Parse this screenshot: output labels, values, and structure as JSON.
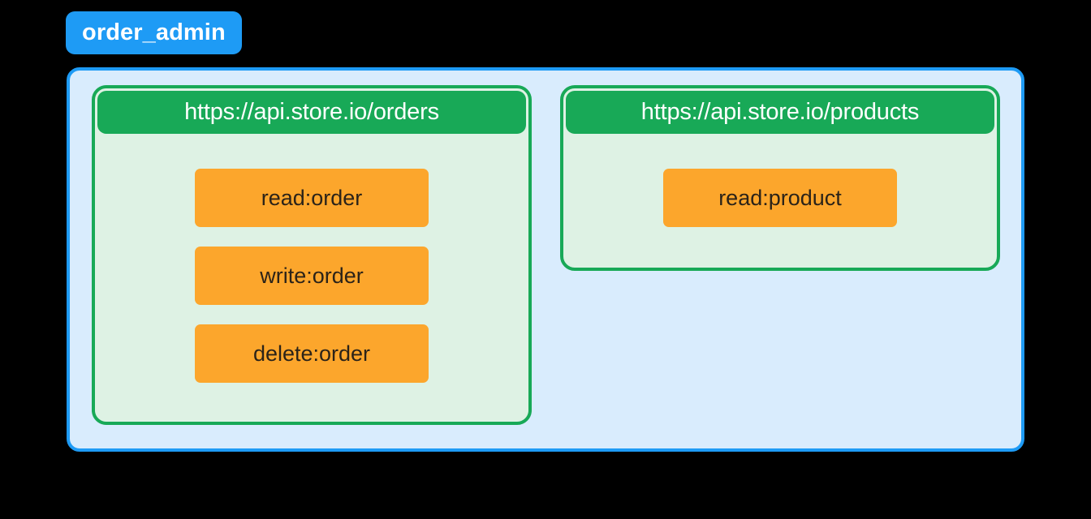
{
  "diagram": {
    "type": "oauth-scope-hierarchy",
    "background_color": "#000000",
    "client": {
      "label": "order_admin",
      "badge_color": "#1E9BF5",
      "text_color": "#FFFFFF"
    },
    "container": {
      "fill_color": "#D9ECFD",
      "border_color": "#1E9BF5"
    },
    "resource_servers": [
      {
        "audience": "https://api.store.io/orders",
        "badge_color": "#18A957",
        "panel_fill": "#DEF2E4",
        "panel_border": "#18A957",
        "scopes": [
          {
            "name": "read:order"
          },
          {
            "name": "write:order"
          },
          {
            "name": "delete:order"
          }
        ]
      },
      {
        "audience": "https://api.store.io/products",
        "badge_color": "#18A957",
        "panel_fill": "#DEF2E4",
        "panel_border": "#18A957",
        "scopes": [
          {
            "name": "read:product"
          }
        ]
      }
    ],
    "scope_chip_color": "#FCA62C",
    "scope_text_color": "#2B2319"
  }
}
